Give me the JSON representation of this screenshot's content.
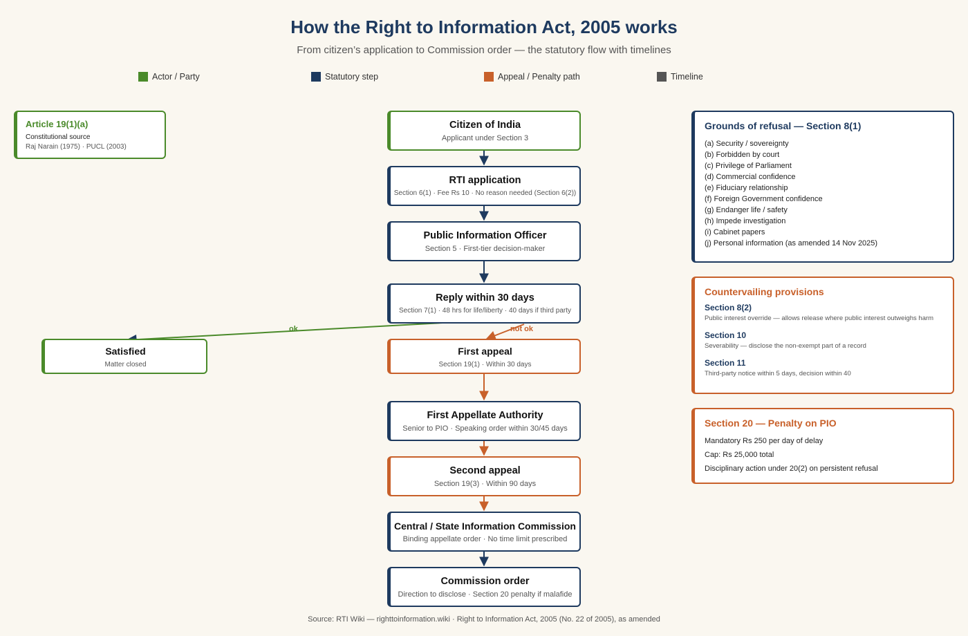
{
  "title": "How the Right to Information Act, 2005 works",
  "subtitle": "From citizen’s application to Commission order — the statutory flow with timelines",
  "legend": [
    {
      "label": "Actor / Party",
      "color": "#4a8a2a"
    },
    {
      "label": "Statutory step",
      "color": "#1e3a5f"
    },
    {
      "label": "Appeal / Penalty path",
      "color": "#c8602a"
    },
    {
      "label": "Timeline",
      "color": "#555555"
    }
  ],
  "flow": {
    "citizen": {
      "title": "Citizen of India",
      "sub": "Applicant under Section 3"
    },
    "application": {
      "title": "RTI application",
      "sub": "Section 6(1) · Fee Rs 10 · No reason needed (Section 6(2))"
    },
    "pio": {
      "title": "Public Information Officer",
      "sub": "Section 5 · First-tier decision-maker"
    },
    "reply": {
      "title": "Reply within 30 days",
      "sub": "Section 7(1) · 48 hrs for life/liberty · 40 days if third party"
    },
    "satisfied": {
      "title": "Satisfied",
      "sub": "Matter closed"
    },
    "first_appeal": {
      "title": "First appeal",
      "sub": "Section 19(1) · Within 30 days"
    },
    "faa": {
      "title": "First Appellate Authority",
      "sub": "Senior to PIO · Speaking order within 30/45 days"
    },
    "second_appeal": {
      "title": "Second appeal",
      "sub": "Section 19(3) · Within 90 days"
    },
    "commission": {
      "title": "Central / State Information Commission",
      "sub": "Binding appellate order · No time limit prescribed"
    },
    "order": {
      "title": "Commission order",
      "sub": "Direction to disclose · Section 20 penalty if malafide"
    }
  },
  "edges": {
    "ok": "ok",
    "not_ok": "not ok"
  },
  "article": {
    "title": "Article 19(1)(a)",
    "line1": "Constitutional source",
    "line2": "Raj Narain (1975) · PUCL (2003)"
  },
  "grounds": {
    "title": "Grounds of refusal — Section 8(1)",
    "items": [
      "(a) Security / sovereignty",
      "(b) Forbidden by court",
      "(c) Privilege of Parliament",
      "(d) Commercial confidence",
      "(e) Fiduciary relationship",
      "(f) Foreign Government confidence",
      "(g) Endanger life / safety",
      "(h) Impede investigation",
      "(i) Cabinet papers",
      "(j) Personal information (as amended 14 Nov 2025)"
    ]
  },
  "countervailing": {
    "title": "Countervailing provisions",
    "items": [
      {
        "head": "Section 8(2)",
        "text": "Public interest override — allows release where public interest outweighs harm"
      },
      {
        "head": "Section 10",
        "text": "Severability — disclose the non-exempt part of a record"
      },
      {
        "head": "Section 11",
        "text": "Third-party notice within 5 days, decision within 40"
      }
    ]
  },
  "penalty": {
    "title": "Section 20 — Penalty on PIO",
    "items": [
      "Mandatory Rs 250 per day of delay",
      "Cap: Rs 25,000 total",
      "Disciplinary action under 20(2) on persistent refusal"
    ]
  },
  "source": "Source: RTI Wiki — righttoinformation.wiki · Right to Information Act, 2005 (No. 22 of 2005), as amended"
}
